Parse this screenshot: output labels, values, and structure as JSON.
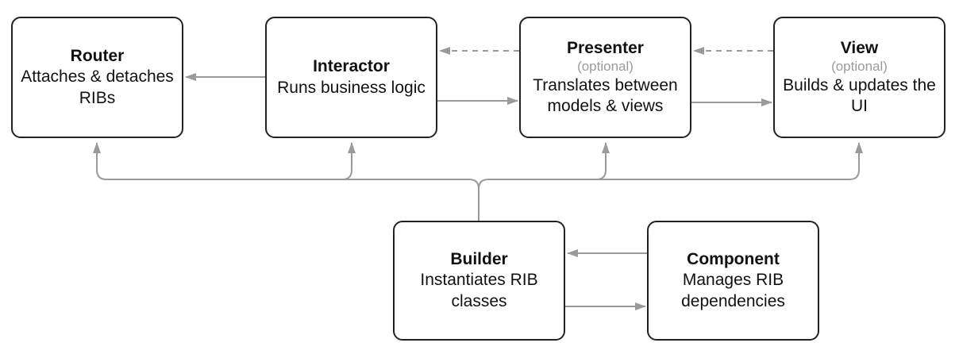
{
  "diagram": {
    "nodes": [
      {
        "id": "router",
        "title": "Router",
        "optional": "",
        "description": "Attaches & detaches RIBs"
      },
      {
        "id": "interactor",
        "title": "Interactor",
        "optional": "",
        "description": "Runs business logic"
      },
      {
        "id": "presenter",
        "title": "Presenter",
        "optional": "(optional)",
        "description": "Translates between models & views"
      },
      {
        "id": "view",
        "title": "View",
        "optional": "(optional)",
        "description": "Builds & updates the UI"
      },
      {
        "id": "builder",
        "title": "Builder",
        "optional": "",
        "description": "Instantiates RIB classes"
      },
      {
        "id": "component",
        "title": "Component",
        "optional": "",
        "description": "Manages RIB dependencies"
      }
    ],
    "edges": [
      {
        "from": "interactor",
        "to": "router",
        "style": "solid"
      },
      {
        "from": "interactor",
        "to": "presenter",
        "style": "solid"
      },
      {
        "from": "presenter",
        "to": "interactor",
        "style": "dashed"
      },
      {
        "from": "presenter",
        "to": "view",
        "style": "solid"
      },
      {
        "from": "view",
        "to": "presenter",
        "style": "dashed"
      },
      {
        "from": "builder",
        "to": "router",
        "style": "solid"
      },
      {
        "from": "builder",
        "to": "interactor",
        "style": "solid"
      },
      {
        "from": "builder",
        "to": "presenter",
        "style": "solid"
      },
      {
        "from": "builder",
        "to": "view",
        "style": "solid"
      },
      {
        "from": "component",
        "to": "builder",
        "style": "solid"
      },
      {
        "from": "builder",
        "to": "component",
        "style": "solid"
      }
    ],
    "colors": {
      "box_border": "#222222",
      "arrow": "#9a9a9a",
      "optional_text": "#9a9a9a",
      "text": "#111111"
    }
  }
}
